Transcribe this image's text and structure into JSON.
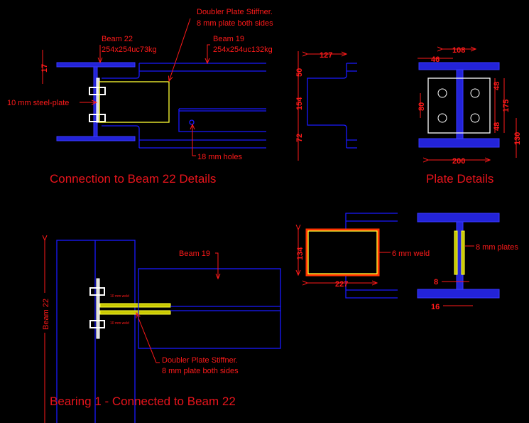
{
  "detail1": {
    "title": "Connection to Beam 22 Details",
    "doubler_line1": "Doubler Plate Stiffner.",
    "doubler_line2": "8 mm plate both sides",
    "beam22_label": "Beam 22",
    "beam22_section": "254x254uc73kg",
    "beam19_label": "Beam 19",
    "beam19_section": "254x254uc132kg",
    "steel_plate": "10 mm steel-plate",
    "holes": "18 mm holes",
    "flange_dim": "17"
  },
  "detail2": {
    "dim_width": "127",
    "dim_top": "50",
    "dim_mid": "154",
    "dim_bottom": "72"
  },
  "plate_details": {
    "title": "Plate Details",
    "dim_108": "108",
    "dim_46": "46",
    "dim_80": "80",
    "dim_48_top": "48",
    "dim_175": "175",
    "dim_48_bottom": "48",
    "dim_130": "130",
    "dim_200": "200"
  },
  "weld_detail": {
    "dim_134": "134",
    "dim_227": "227",
    "weld": "6 mm weld"
  },
  "plates_section": {
    "plates": "8 mm plates",
    "dim_8": "8",
    "dim_16": "16"
  },
  "bearing": {
    "title": "Bearing 1 - Connected to Beam 22",
    "beam22_label": "Beam 22",
    "beam19_label": "Beam 19",
    "weld_top": "10 mm weld",
    "weld_bottom": "10 mm weld",
    "doubler_line1": "Doubler Plate Stiffner.",
    "doubler_line2": "8 mm plate both sides"
  },
  "colors": {
    "background": "#000000",
    "annotation": "#ff1a1a",
    "steel": "#1a1aff",
    "plate": "#ffff33"
  }
}
